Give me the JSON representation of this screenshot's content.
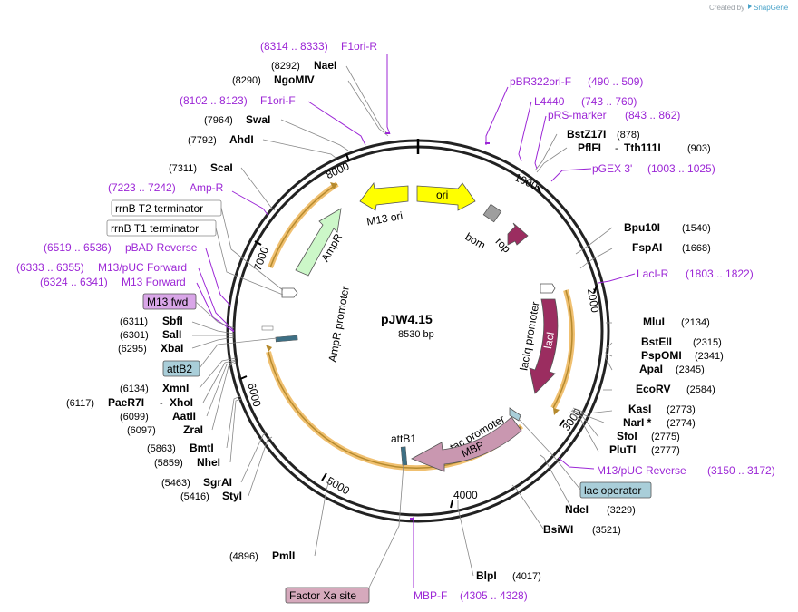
{
  "header": {
    "credit_prefix": "Created by",
    "credit_brand": "SnapGene"
  },
  "plasmid": {
    "name": "pJW4.15",
    "length": "8530 bp"
  },
  "ticks": [
    "1000",
    "2000",
    "3000",
    "4000",
    "5000",
    "6000",
    "7000",
    "8000"
  ],
  "enzymes": [
    {
      "name": "NaeI",
      "coord": "(8292)"
    },
    {
      "name": "NgoMIV",
      "coord": "(8290)"
    },
    {
      "name": "SwaI",
      "coord": "(7964)"
    },
    {
      "name": "AhdI",
      "coord": "(7792)"
    },
    {
      "name": "ScaI",
      "coord": "(7311)"
    },
    {
      "name": "SbfI",
      "coord": "(6311)"
    },
    {
      "name": "SalI",
      "coord": "(6301)"
    },
    {
      "name": "XbaI",
      "coord": "(6295)"
    },
    {
      "name": "XmnI",
      "coord": "(6134)"
    },
    {
      "name": "PaeR7I",
      "coord": "(6117)"
    },
    {
      "name": "XhoI",
      "coord": ""
    },
    {
      "name": "AatII",
      "coord": "(6099)"
    },
    {
      "name": "ZraI",
      "coord": "(6097)"
    },
    {
      "name": "BmtI",
      "coord": "(5863)"
    },
    {
      "name": "NheI",
      "coord": "(5859)"
    },
    {
      "name": "SgrAI",
      "coord": "(5463)"
    },
    {
      "name": "StyI",
      "coord": "(5416)"
    },
    {
      "name": "PmlI",
      "coord": "(4896)"
    },
    {
      "name": "BlpI",
      "coord": "(4017)"
    },
    {
      "name": "BsiWI",
      "coord": "(3521)"
    },
    {
      "name": "NdeI",
      "coord": "(3229)"
    },
    {
      "name": "PluTI",
      "coord": "(2777)"
    },
    {
      "name": "SfoI",
      "coord": "(2775)"
    },
    {
      "name": "NarI *",
      "coord": "(2774)"
    },
    {
      "name": "KasI",
      "coord": "(2773)"
    },
    {
      "name": "EcoRV",
      "coord": "(2584)"
    },
    {
      "name": "ApaI",
      "coord": "(2345)"
    },
    {
      "name": "PspOMI",
      "coord": "(2341)"
    },
    {
      "name": "BstEII",
      "coord": "(2315)"
    },
    {
      "name": "MluI",
      "coord": "(2134)"
    },
    {
      "name": "FspAI",
      "coord": "(1668)"
    },
    {
      "name": "Bpu10I",
      "coord": "(1540)"
    },
    {
      "name": "PflFI",
      "coord": ""
    },
    {
      "name": "Tth111I",
      "coord": "(903)"
    },
    {
      "name": "BstZ17I",
      "coord": "(878)"
    }
  ],
  "primers": [
    {
      "name": "F1ori-R",
      "range": "(8314 .. 8333)"
    },
    {
      "name": "F1ori-F",
      "range": "(8102 .. 8123)"
    },
    {
      "name": "Amp-R",
      "range": "(7223 .. 7242)"
    },
    {
      "name": "pBAD Reverse",
      "range": "(6519 .. 6536)"
    },
    {
      "name": "M13/pUC Forward",
      "range": "(6333 .. 6355)"
    },
    {
      "name": "M13 Forward",
      "range": "(6324 .. 6341)"
    },
    {
      "name": "pBR322ori-F",
      "range": "(490 .. 509)"
    },
    {
      "name": "L4440",
      "range": "(743 .. 760)"
    },
    {
      "name": "pRS-marker",
      "range": "(843 .. 862)"
    },
    {
      "name": "pGEX 3'",
      "range": "(1003 .. 1025)"
    },
    {
      "name": "LacI-R",
      "range": "(1803 .. 1822)"
    },
    {
      "name": "M13/pUC Reverse",
      "range": "(3150 .. 3172)"
    },
    {
      "name": "MBP-F",
      "range": "(4305 .. 4328)"
    }
  ],
  "boxed_labels": {
    "rrnb_t2": "rrnB T2 terminator",
    "rrnb_t1": "rrnB T1 terminator",
    "m13_fwd": "M13 fwd",
    "attb2": "attB2",
    "lac_operator": "lac operator",
    "factor_xa": "Factor Xa site"
  },
  "features": {
    "ori": "ori",
    "m13_ori": "M13 ori",
    "ampr": "AmpR",
    "ampr_promoter": "AmpR promoter",
    "bom": "bom",
    "rop": "rop",
    "laciq_promoter": "lacIq promoter",
    "laci": "lacI",
    "tac_promoter": "tac promoter",
    "mbp": "MBP",
    "attb1": "attB1"
  },
  "colors": {
    "ori": "#ffff00",
    "ampr": "#ccf7c8",
    "laci": "#9b2d60",
    "mbp": "#c997b0",
    "rop": "#9b2d60",
    "bom": "#9e9e9e",
    "orf_halo": "#f0c070",
    "primer": "#9c27d6",
    "attb_box": "#a9ced9",
    "m13fwd_box": "#d9a6e8",
    "factorxa_box": "#d6a9bc"
  }
}
